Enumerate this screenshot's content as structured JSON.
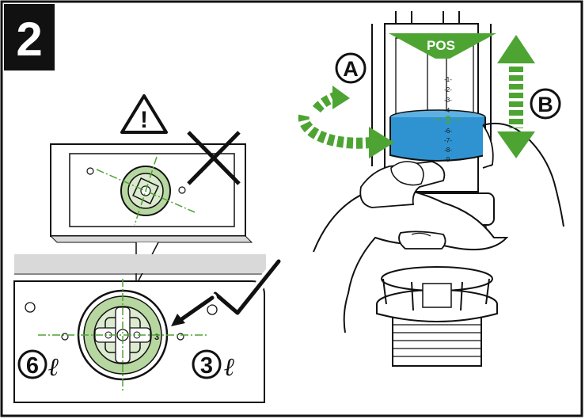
{
  "step": {
    "number": "2"
  },
  "labels": {
    "a": "A",
    "b": "B",
    "pos": "POS",
    "warning": "!",
    "vol_left_num": "6",
    "vol_left_unit": "ℓ",
    "vol_right_num": "3",
    "vol_right_unit": "ℓ",
    "dial_mark": "3"
  },
  "scale": {
    "ticks": [
      "-1-",
      "-2-",
      "-3-",
      "-4-",
      "-5-",
      "-6-",
      "-7-",
      "-8-",
      "-9-"
    ],
    "highlight": "5"
  },
  "colors": {
    "green": "#4ea433",
    "light_green": "#b7d7a0",
    "blue": "#2f93d2",
    "grey": "#d9d9d9",
    "black": "#111111"
  }
}
